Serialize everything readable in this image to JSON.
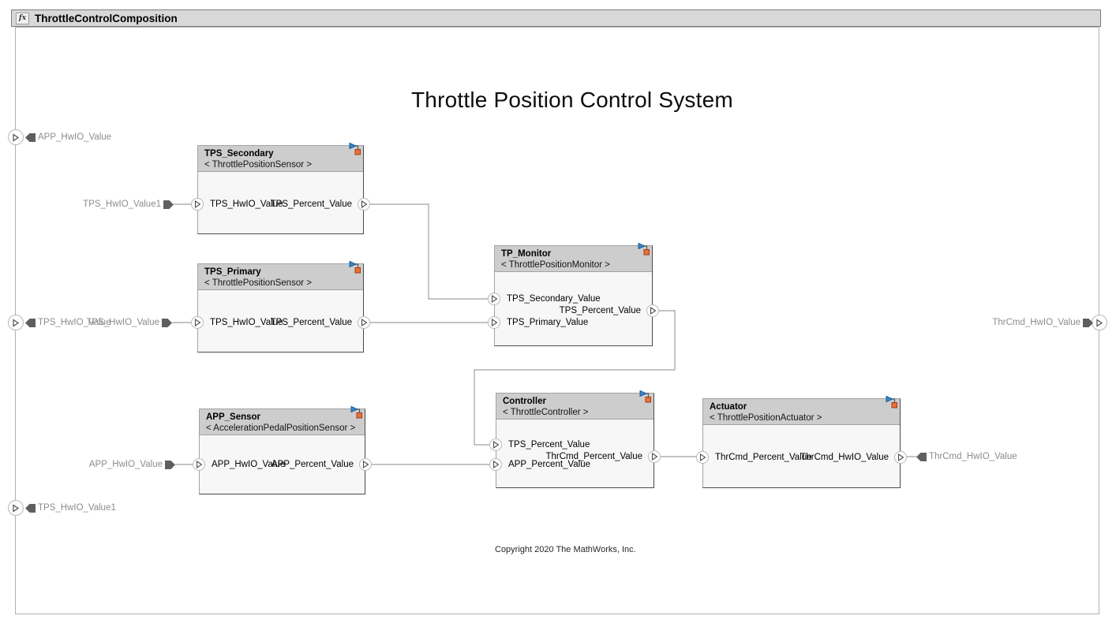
{
  "window": {
    "title": "ThrottleControlComposition",
    "fx_badge": "fx"
  },
  "annotations": {
    "title": "Throttle Position Control System",
    "copyright": "Copyright 2020 The MathWorks, Inc."
  },
  "boundary_ports": {
    "left": [
      {
        "label": "APP_HwIO_Value"
      },
      {
        "label": "TPS_HwIO_Value"
      },
      {
        "label": "TPS_HwIO_Value1"
      }
    ],
    "right": [
      {
        "label": "ThrCmd_HwIO_Value"
      }
    ]
  },
  "signal_tags": {
    "tps_secondary_in": "TPS_HwIO_Value1",
    "tps_primary_in": "TPS_HwIO_Value",
    "app_sensor_in": "APP_HwIO_Value",
    "actuator_out": "ThrCmd_HwIO_Value"
  },
  "blocks": [
    {
      "name": "TPS_Secondary",
      "stereotype": "< ThrottlePositionSensor >",
      "inputs": [
        "TPS_HwIO_Value"
      ],
      "outputs": [
        "TPS_Percent_Value"
      ]
    },
    {
      "name": "TPS_Primary",
      "stereotype": "< ThrottlePositionSensor >",
      "inputs": [
        "TPS_HwIO_Value"
      ],
      "outputs": [
        "TPS_Percent_Value"
      ]
    },
    {
      "name": "APP_Sensor",
      "stereotype": "< AccelerationPedalPositionSensor >",
      "inputs": [
        "APP_HwIO_Value"
      ],
      "outputs": [
        "APP_Percent_Value"
      ]
    },
    {
      "name": "TP_Monitor",
      "stereotype": "< ThrottlePositionMonitor >",
      "inputs": [
        "TPS_Secondary_Value",
        "TPS_Primary_Value"
      ],
      "outputs": [
        "TPS_Percent_Value"
      ]
    },
    {
      "name": "Controller",
      "stereotype": "< ThrottleController >",
      "inputs": [
        "TPS_Percent_Value",
        "APP_Percent_Value"
      ],
      "outputs": [
        "ThrCmd_Percent_Value"
      ]
    },
    {
      "name": "Actuator",
      "stereotype": "< ThrottlePositionActuator >",
      "inputs": [
        "ThrCmd_Percent_Value"
      ],
      "outputs": [
        "ThrCmd_HwIO_Value"
      ]
    }
  ],
  "colors": {
    "header_gray": "#cdcdcd",
    "body_gray": "#f7f7f7",
    "titlebar_gray": "#d8d8d8",
    "wire_gray": "#a0a0a0",
    "tag_gray": "#5f5f5f",
    "label_gray": "#8c8c8c",
    "badge_blue": "#3a85c9",
    "badge_orange": "#ec7033"
  }
}
